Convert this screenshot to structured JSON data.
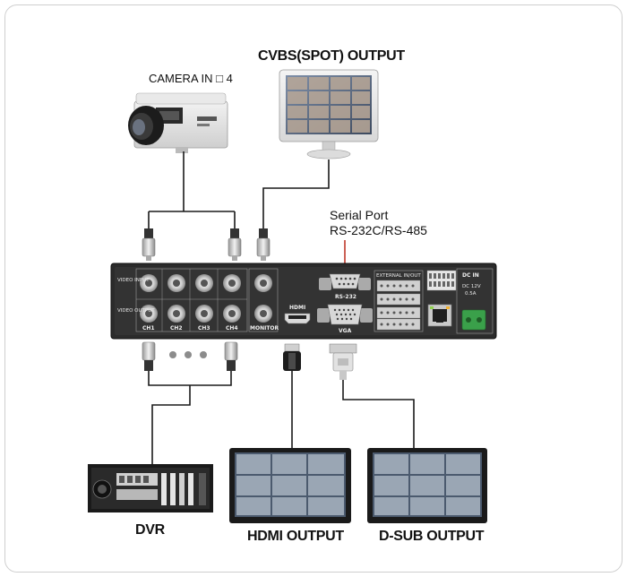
{
  "labels": {
    "camera_in": "CAMERA IN □ 4",
    "cvbs_output": "CVBS(SPOT) OUTPUT",
    "serial_port_line1": "Serial Port",
    "serial_port_line2": "RS-232C/RS-485",
    "dvr": "DVR",
    "hdmi_output": "HDMI OUTPUT",
    "dsub_output": "D-SUB OUTPUT"
  },
  "panel": {
    "video_input": "VIDEO INPUT",
    "video_output": "VIDEO OUTPUT",
    "channels": [
      "CH1",
      "CH2",
      "CH3",
      "CH4"
    ],
    "monitor": "MONITOR",
    "hdmi": "HDMI",
    "rs232": "RS-232",
    "vga": "VGA",
    "external_io": "EXTERNAL IN/OUT",
    "dc_in": "DC IN",
    "dc_spec1": "DC 12V",
    "dc_spec2": "0.5A"
  },
  "colors": {
    "panel": "#2b2b2b",
    "cable": "#1a1a1a",
    "serial_line": "#c0392b",
    "power_green": "#3aa04a"
  }
}
